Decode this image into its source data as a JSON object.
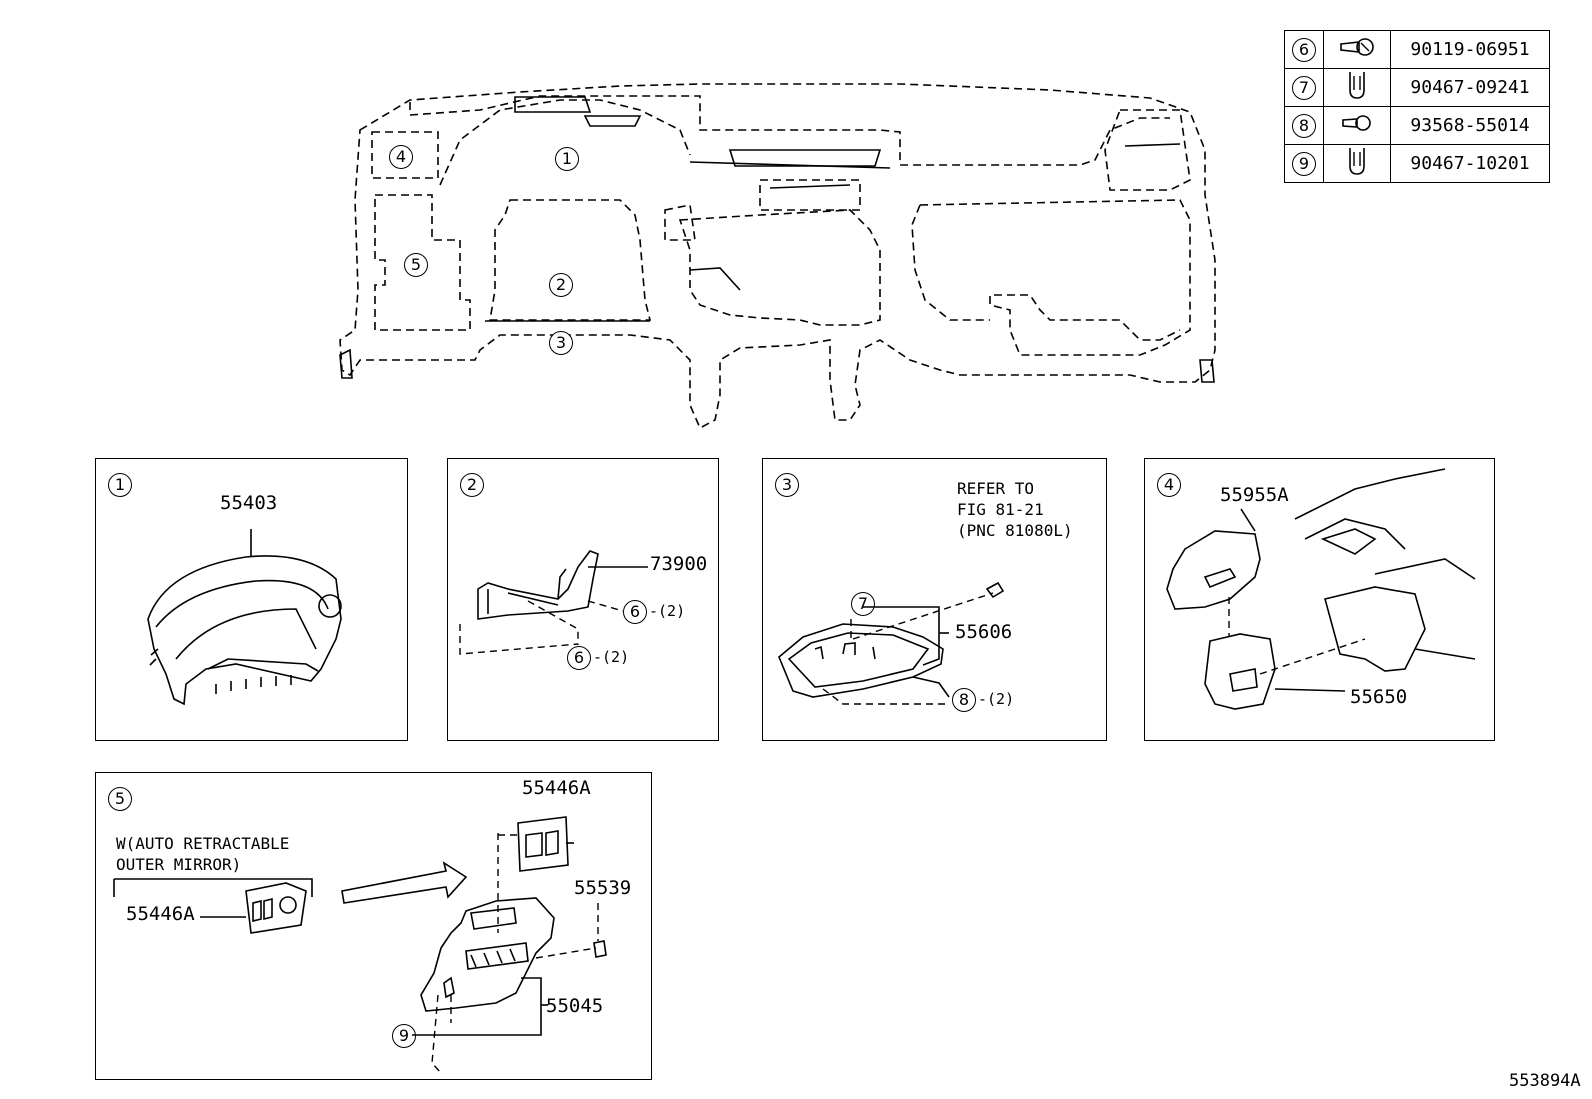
{
  "parts_table": [
    {
      "ref": "6",
      "icon": "bolt-icon",
      "part": "90119-06951"
    },
    {
      "ref": "7",
      "icon": "clip-icon",
      "part": "90467-09241"
    },
    {
      "ref": "8",
      "icon": "screw-icon",
      "part": "93568-55014"
    },
    {
      "ref": "9",
      "icon": "clip-icon",
      "part": "90467-10201"
    }
  ],
  "overview_markers": [
    "1",
    "2",
    "3",
    "4",
    "5"
  ],
  "panel1": {
    "num": "1",
    "part": "55403"
  },
  "panel2": {
    "num": "2",
    "part": "73900",
    "ref_a": "6",
    "qty_a": "-(2)",
    "ref_b": "6",
    "qty_b": "-(2)"
  },
  "panel3": {
    "num": "3",
    "note": "REFER TO\nFIG 81-21\n(PNC 81080L)",
    "ref_a": "7",
    "part": "55606",
    "ref_b": "8",
    "qty_b": "-(2)"
  },
  "panel4": {
    "num": "4",
    "part_a": "55955A",
    "part_b": "55650"
  },
  "panel5": {
    "num": "5",
    "note": "W(AUTO RETRACTABLE\nOUTER MIRROR)",
    "part_a": "55446A",
    "part_b": "55446A",
    "part_c": "55539",
    "part_d": "55045",
    "ref": "9"
  },
  "figure_id": "553894A"
}
